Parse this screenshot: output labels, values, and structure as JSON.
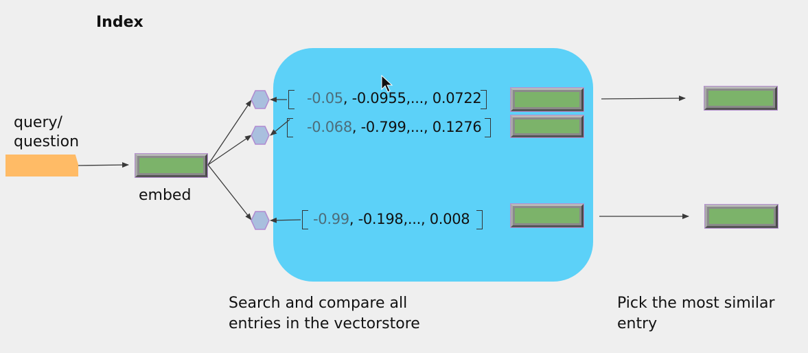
{
  "title": "Index",
  "query_label": [
    "query/",
    "question"
  ],
  "embed_label": "embed",
  "vectors": [
    {
      "first": "-0.05",
      "rest": ", -0.0955,..., 0.0722"
    },
    {
      "first": "-0.068",
      "rest": ", -0.799,..., 0.1276"
    },
    {
      "first": "-0.99",
      "rest": ", -0.198,..., 0.008"
    }
  ],
  "search_caption": [
    "Search and compare all",
    "entries in the vectorstore"
  ],
  "pick_caption": [
    "Pick the most similar",
    "entry"
  ],
  "colors": {
    "vectorstore": "#5cd1f8",
    "document": "#ffbb66",
    "embedding_fill": "#7cb36a",
    "hexagon_fill": "#a9bfde",
    "hexagon_stroke": "#b08ad0"
  }
}
